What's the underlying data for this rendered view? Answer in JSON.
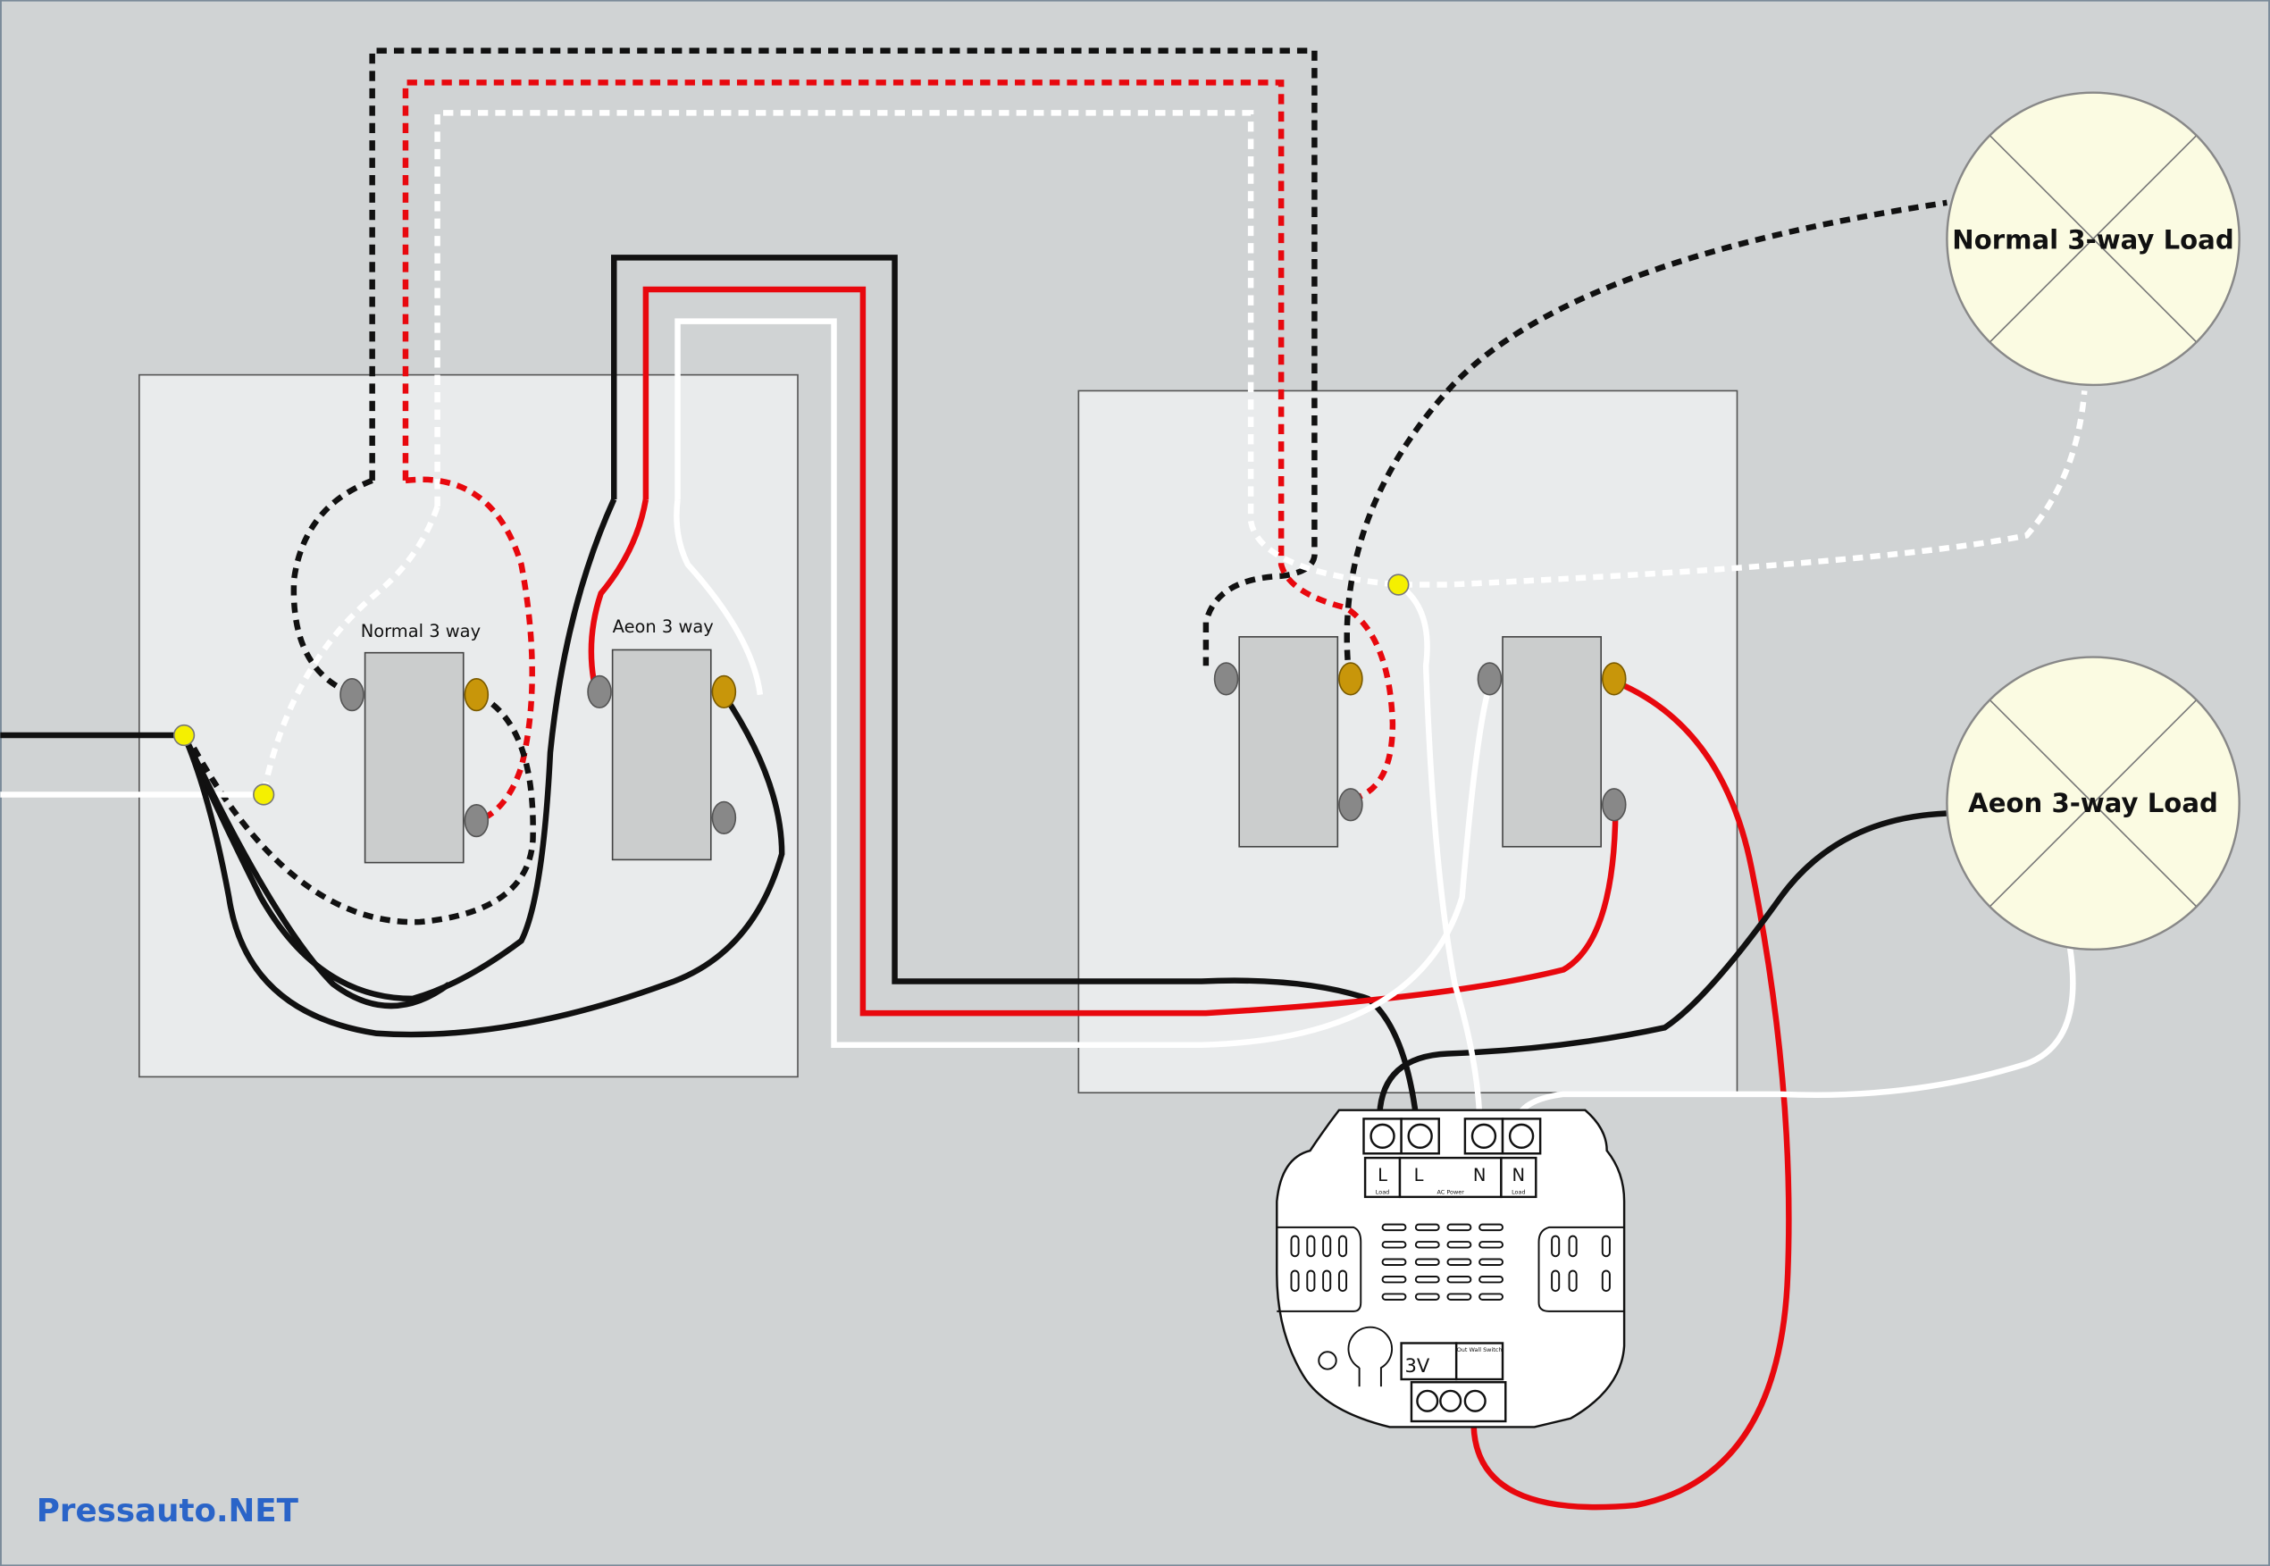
{
  "labels": {
    "normal_switch": "Normal 3 way",
    "aeon_switch": "Aeon 3 way",
    "normal_load": "Normal 3-way Load",
    "aeon_load": "Aeon 3-way Load",
    "watermark": "Pressauto.NET"
  },
  "module": {
    "terminals_top": [
      "L",
      "L",
      "N",
      "N"
    ],
    "load_left": "Load",
    "ac_power": "AC Power",
    "load_right": "Load",
    "battery": "3V",
    "switch_label": "Out Wall Switch"
  },
  "colors": {
    "background": "#d0d3d4",
    "box": "#e9ebec",
    "hot": "#e8080e",
    "neutral": "#ffffff",
    "black": "#0a0a0a",
    "lamp": "#fbfbe2",
    "brass": "#c8960a",
    "connector": "#f5f000",
    "watermark": "#2a64c8"
  }
}
